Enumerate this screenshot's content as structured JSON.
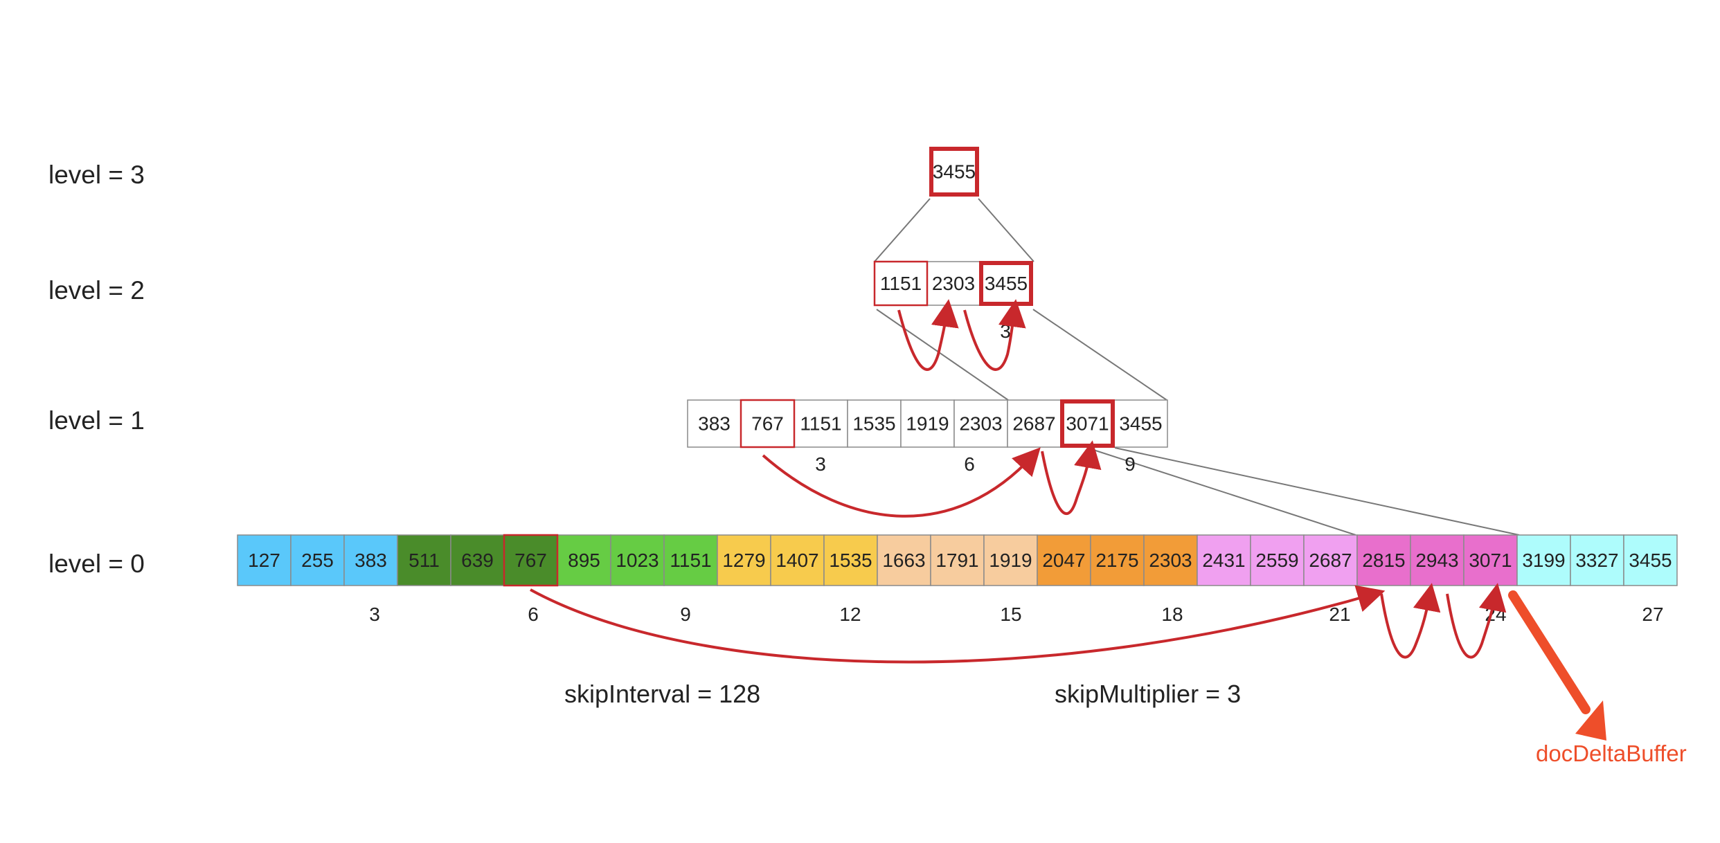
{
  "level_labels": [
    "level = 3",
    "level = 2",
    "level = 1",
    "level = 0"
  ],
  "level3": {
    "cells": [
      "3455"
    ],
    "highlight": [
      0
    ]
  },
  "level2": {
    "cells": [
      "1151",
      "2303",
      "3455"
    ],
    "outline": [
      0
    ],
    "highlight": [
      2
    ],
    "index_labels": [
      "3"
    ]
  },
  "level1": {
    "cells": [
      "383",
      "767",
      "1151",
      "1535",
      "1919",
      "2303",
      "2687",
      "3071",
      "3455"
    ],
    "outline": [
      1
    ],
    "highlight": [
      7
    ],
    "index_labels": [
      "3",
      "6",
      "9"
    ]
  },
  "level0": {
    "cells": [
      "127",
      "255",
      "383",
      "511",
      "639",
      "767",
      "895",
      "1023",
      "1151",
      "1279",
      "1407",
      "1535",
      "1663",
      "1791",
      "1919",
      "2047",
      "2175",
      "2303",
      "2431",
      "2559",
      "2687",
      "2815",
      "2943",
      "3071",
      "3199",
      "3327",
      "3455"
    ],
    "colors": [
      "#5ac8fa",
      "#5ac8fa",
      "#5ac8fa",
      "#4a8c2a",
      "#4a8c2a",
      "#4a8c2a",
      "#66cc44",
      "#66cc44",
      "#66cc44",
      "#f7cb4d",
      "#f7cb4d",
      "#f7cb4d",
      "#f7cc9e",
      "#f7cc9e",
      "#f7cc9e",
      "#f29c38",
      "#f29c38",
      "#f29c38",
      "#f0a0f0",
      "#f0a0f0",
      "#f0a0f0",
      "#e86fcc",
      "#e86fcc",
      "#e86fcc",
      "#aefcfc",
      "#aefcfc",
      "#aefcfc"
    ],
    "outline": [
      5
    ],
    "index_labels": [
      "3",
      "6",
      "9",
      "12",
      "15",
      "18",
      "21",
      "24",
      "27"
    ]
  },
  "params": {
    "skip_interval": "skipInterval = 128",
    "skip_multiplier": "skipMultiplier = 3"
  },
  "buffer_label": "docDeltaBuffer",
  "colors": {
    "accent_red": "#c8282c",
    "buffer_arrow": "#ee4e2a",
    "line_gray": "#777777",
    "cell_border": "#8a8a8a"
  }
}
